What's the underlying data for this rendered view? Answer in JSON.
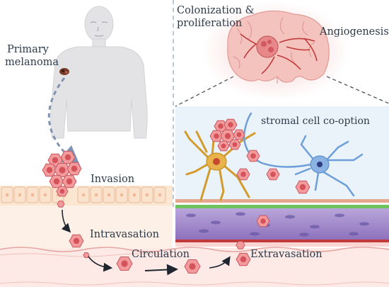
{
  "labels": {
    "primary_line1": "Primary",
    "primary_line2": "melanoma",
    "colonization_line1": "Colonization &",
    "colonization_line2": "proliferation",
    "angiogenesis": "Angiogenesis",
    "stromal": "stromal cell co-option",
    "invasion": "Invasion",
    "intravasation": "Intravasation",
    "circulation": "Circulation",
    "extravasation": "Extravasation"
  },
  "colors": {
    "tumor_cell": "#f29a9c",
    "tumor_outline": "#c8585e",
    "tumor_nucleus": "#d4525a",
    "body_silhouette": "#e3e3e5",
    "brain_tissue": "#efb2ae",
    "vessel_red": "#c0393b",
    "astrocyte": "#e0a93a",
    "neuron": "#7aa6dd",
    "brain_panel_bg": "#eaf3fa",
    "epithelium": "#f8dfc9",
    "blood_stream": "#fde6e4",
    "membrane_purple": "#9f86c6",
    "membrane_green": "#6fc35d",
    "dashed_divider": "#a9bccc"
  }
}
